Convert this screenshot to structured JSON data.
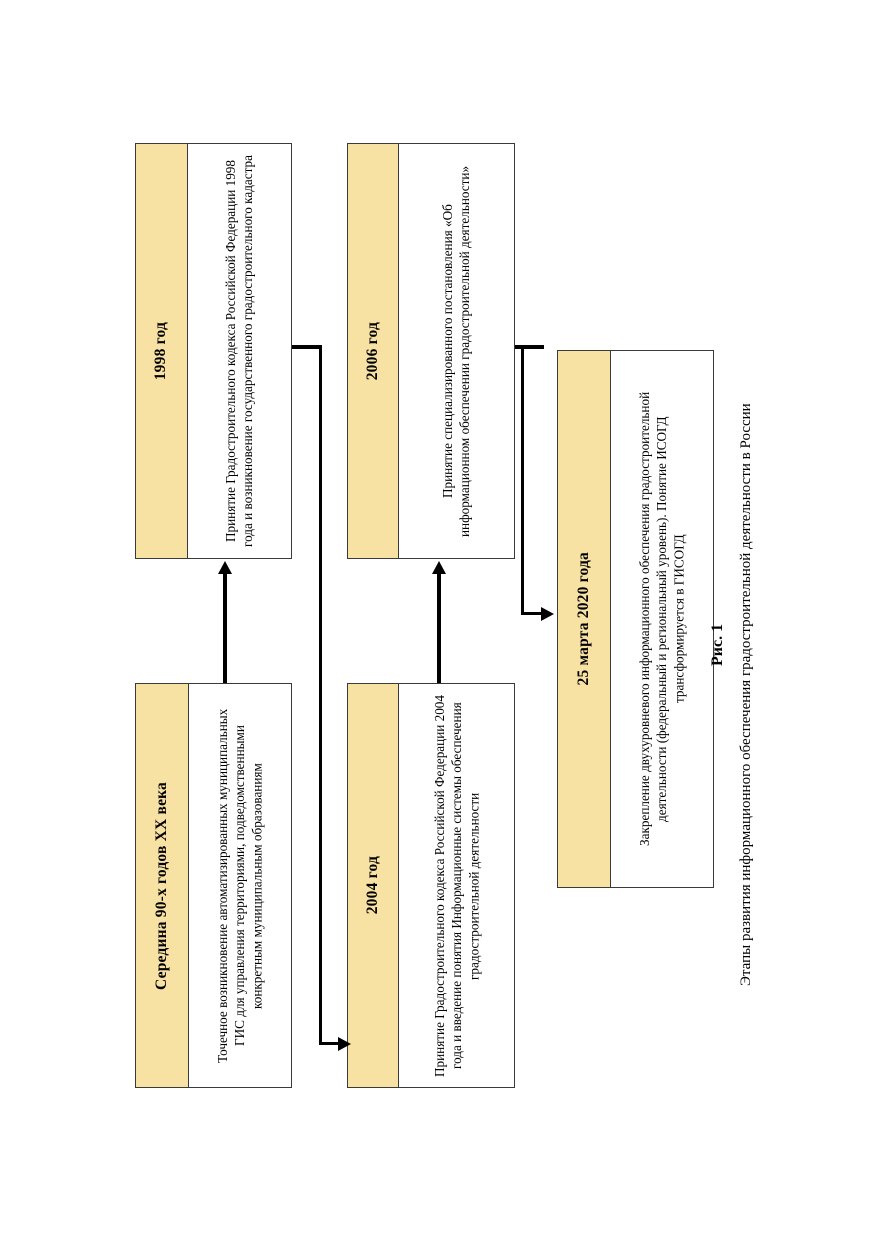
{
  "figure": {
    "number_label": "Рис. 1",
    "caption": "Этапы развития информационного обеспечения градостроительной деятельности в России",
    "orientation": "rotated-90-ccw",
    "colors": {
      "header_fill": "#F7E2A3",
      "border": "#3A3A3A",
      "body_fill": "#FFFFFF",
      "connector": "#000000"
    }
  },
  "chart_data": {
    "type": "diagram",
    "title": "Этапы развития информационного обеспечения градостроительной деятельности в России",
    "nodes": [
      {
        "id": "stage-1",
        "order": 1,
        "header": "Середина 90-х годов XX века",
        "body": "Точечное возникновение автоматизированных муниципальных ГИС для управления территориями, подведомственными конкретным муниципальным образованиям"
      },
      {
        "id": "stage-2",
        "order": 2,
        "header": "1998 год",
        "body": "Принятие Градостроительного кодекса Российской Федерации 1998 года и возникновение государственного градостроительного кадастра"
      },
      {
        "id": "stage-3",
        "order": 3,
        "header": "2004 год",
        "body": "Принятие Градостроительного кодекса Российской Федерации 2004 года и введение понятия Информационные системы обеспечения градостроительной деятельности"
      },
      {
        "id": "stage-4",
        "order": 4,
        "header": "2006 год",
        "body": "Принятие специализированного постановления «Об информационном обеспечении градостроительной деятельности»"
      },
      {
        "id": "stage-5",
        "order": 5,
        "header": "25 марта 2020 года",
        "body": "Закрепление двухуровневого информационного обеспечения градостроительной деятельности (федеральный и региональный уровень). Понятие ИСОГД трансформируется в ГИСОГД"
      }
    ],
    "edges": [
      {
        "from": "stage-1",
        "to": "stage-2",
        "style": "straight"
      },
      {
        "from": "stage-2",
        "to": "stage-3",
        "style": "elbow"
      },
      {
        "from": "stage-3",
        "to": "stage-4",
        "style": "straight"
      },
      {
        "from": "stage-4",
        "to": "stage-5",
        "style": "elbow"
      }
    ]
  }
}
